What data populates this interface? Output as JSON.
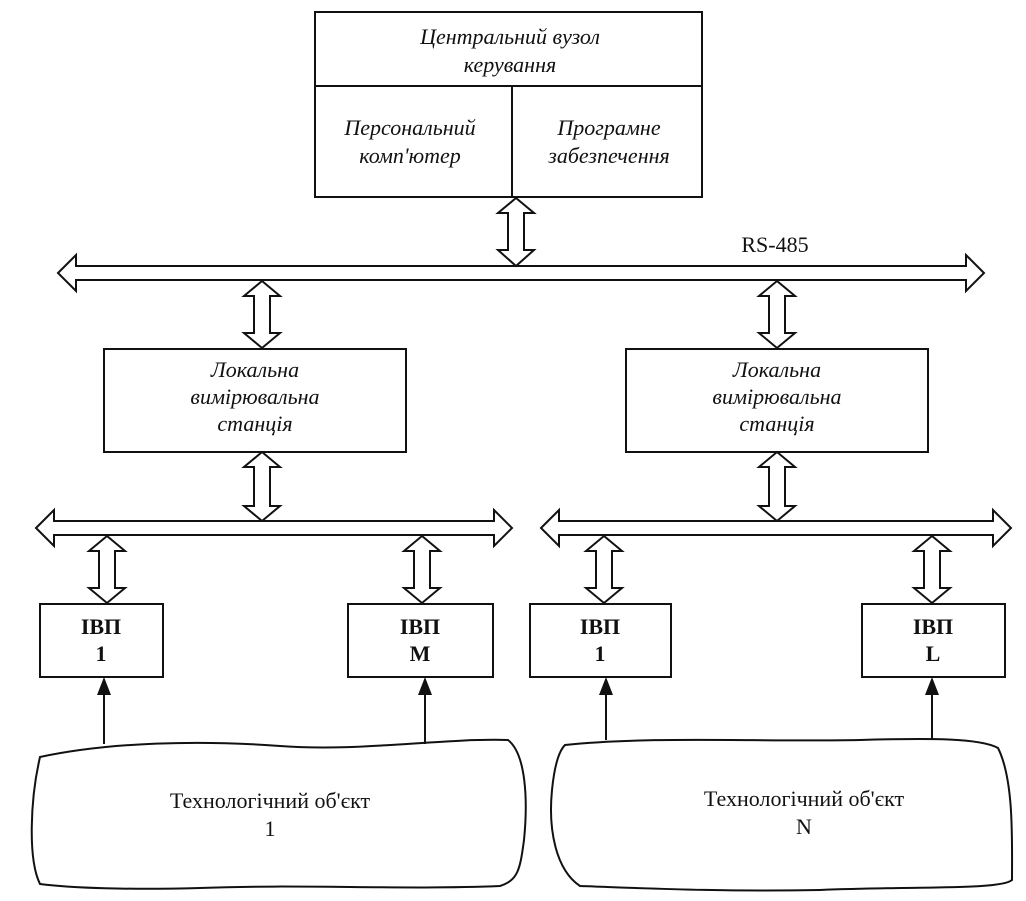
{
  "central": {
    "title_line1": "Центральний вузол",
    "title_line2": "керування",
    "pc_line1": "Персональний",
    "pc_line2": "комп'ютер",
    "sw_line1": "Програмне",
    "sw_line2": "забезпечення"
  },
  "bus": {
    "label": "RS-485"
  },
  "stations": [
    {
      "line1": "Локальна",
      "line2": "вимірювальна",
      "line3": "станція"
    },
    {
      "line1": "Локальна",
      "line2": "вимірювальна",
      "line3": "станція"
    }
  ],
  "ivp": [
    {
      "line1": "ІВП",
      "line2": "1"
    },
    {
      "line1": "ІВП",
      "line2": "M"
    },
    {
      "line1": "ІВП",
      "line2": "1"
    },
    {
      "line1": "ІВП",
      "line2": "L"
    }
  ],
  "objects": [
    {
      "line1": "Технологічний об'єкт",
      "line2": "1"
    },
    {
      "line1": "Технологічний об'єкт",
      "line2": "N"
    }
  ],
  "colors": {
    "stroke": "#111111",
    "fill": "#ffffff"
  }
}
